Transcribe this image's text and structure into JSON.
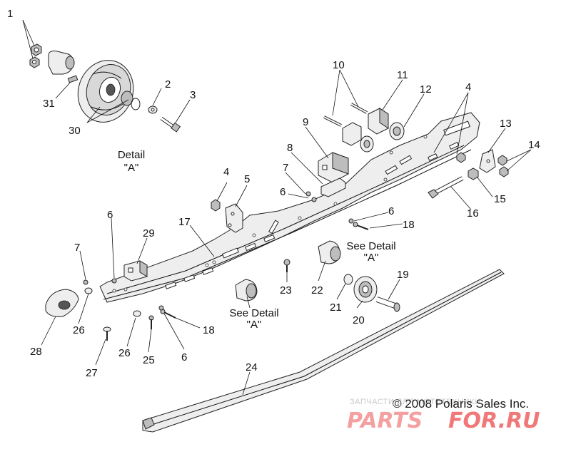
{
  "callouts": [
    "1",
    "2",
    "3",
    "4",
    "4",
    "5",
    "6",
    "6",
    "6",
    "6",
    "7",
    "7",
    "8",
    "9",
    "10",
    "11",
    "12",
    "13",
    "14",
    "15",
    "16",
    "17",
    "18",
    "18",
    "19",
    "20",
    "21",
    "22",
    "23",
    "24",
    "25",
    "26",
    "26",
    "27",
    "28",
    "29",
    "30",
    "31"
  ],
  "notes": {
    "detail_a_title": "Detail",
    "detail_a_letter": "\"A\"",
    "see_detail_1_line1": "See Detail",
    "see_detail_1_line2": "\"A\"",
    "see_detail_2_line1": "See Detail",
    "see_detail_2_line2": "\"A\""
  },
  "copyright": "© 2008 Polaris Sales Inc.",
  "watermark": {
    "top_text": "ЗАПЧАСТИ ДЛЯ МОТОТЕХНИКИ",
    "logo_left": "PARTS",
    "logo_right": "FOR.RU",
    "color_left": "#f4a0a0",
    "color_right": "#f07878"
  }
}
